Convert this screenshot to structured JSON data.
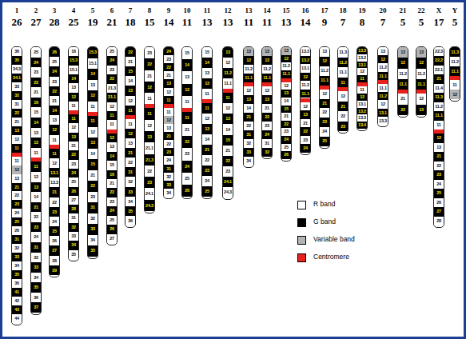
{
  "diagram": {
    "nodes": [
      {
        "text": [
          "1",
          "26",
          "36",
          "35",
          "34.3",
          "34.1",
          "33",
          "32",
          "31",
          "22",
          "21",
          "13",
          "12",
          "11",
          "11",
          "12",
          "13",
          "21",
          "22",
          "23",
          "24",
          "25",
          "26",
          "31",
          "32",
          "33",
          "34",
          "35",
          "36",
          "41",
          "42",
          "43",
          "44"
        ]
      },
      {
        "text": [
          "2",
          "27",
          "25",
          "24",
          "23",
          "22",
          "21",
          "16",
          "15",
          "14",
          "13",
          "12",
          "11",
          "11",
          "12",
          "13",
          "14",
          "21",
          "22",
          "23",
          "24",
          "31",
          "32",
          "33",
          "34",
          "35",
          "36",
          "37"
        ]
      },
      {
        "text": [
          "3",
          "28",
          "26",
          "25",
          "24",
          "23",
          "22",
          "21",
          "14",
          "13",
          "12",
          "11",
          "11",
          "12",
          "13.1",
          "13.3",
          "21",
          "22",
          "23",
          "24",
          "25",
          "26",
          "27",
          "28",
          "29"
        ]
      },
      {
        "text": [
          "4",
          "25",
          "16",
          "15.3",
          "15.1",
          "14",
          "13",
          "12",
          "11",
          "11",
          "12",
          "13",
          "21",
          "22",
          "23",
          "24",
          "25",
          "26",
          "27",
          "28",
          "31",
          "32",
          "33",
          "34",
          "35"
        ]
      },
      {
        "text": [
          "5",
          "19",
          "15.3",
          "15.1",
          "14",
          "13",
          "12",
          "11",
          "11",
          "12",
          "13",
          "14",
          "15",
          "21",
          "22",
          "23",
          "31",
          "32",
          "33",
          "34",
          "35"
        ]
      },
      {
        "text": [
          "6",
          "21",
          "25",
          "24",
          "23",
          "22",
          "21.3",
          "21.1",
          "12",
          "11",
          "11",
          "12",
          "13",
          "14",
          "15",
          "16",
          "21",
          "22",
          "23",
          "24",
          "25",
          "26",
          "27"
        ]
      },
      {
        "text": [
          "7",
          "18",
          "22",
          "21",
          "15",
          "14",
          "13",
          "12",
          "11",
          "11",
          "12",
          "13",
          "21",
          "22",
          "31",
          "32",
          "33",
          "34",
          "35",
          "36"
        ]
      },
      {
        "text": [
          "8",
          "15",
          "23",
          "22",
          "21",
          "12",
          "11",
          "11",
          "12",
          "13",
          "21.1",
          "21.3",
          "22",
          "23",
          "24.1",
          "24.3"
        ]
      },
      {
        "text": [
          "9",
          "14",
          "24",
          "23",
          "22",
          "21",
          "13",
          "12",
          "11",
          "11",
          "12",
          "13",
          "21",
          "22",
          "23",
          "24",
          "31",
          "32",
          "33",
          "34"
        ]
      },
      {
        "text": [
          "10",
          "11",
          "15",
          "14",
          "13",
          "12",
          "11",
          "11",
          "21",
          "22",
          "23",
          "24",
          "25",
          "26"
        ]
      },
      {
        "text": [
          "11",
          "13",
          "15",
          "14",
          "13",
          "12",
          "11",
          "11",
          "12",
          "13",
          "14",
          "21",
          "22",
          "23",
          "24",
          "25"
        ]
      },
      {
        "text": [
          "12",
          "13",
          "13",
          "12",
          "11.2",
          "11.1",
          "11",
          "12",
          "13",
          "14",
          "15",
          "21",
          "22",
          "23",
          "24.1",
          "24.3"
        ]
      },
      {
        "text": [
          "13",
          "11",
          "13",
          "12",
          "11.2",
          "11.1",
          "12",
          "13",
          "14",
          "21",
          "22",
          "31",
          "32",
          "33",
          "34"
        ]
      },
      {
        "text": [
          "14",
          "11",
          "13",
          "12",
          "11.2",
          "11.1",
          "12",
          "13",
          "21",
          "22",
          "23",
          "24",
          "31",
          "32"
        ]
      },
      {
        "text": [
          "15",
          "13",
          "13",
          "12",
          "11.2",
          "11.1",
          "12",
          "13",
          "14",
          "15",
          "21",
          "22",
          "23",
          "24",
          "25",
          "26"
        ]
      },
      {
        "text": [
          "16",
          "14",
          "13.3",
          "13.2",
          "13.1",
          "12",
          "11.2",
          "11.1",
          "12",
          "13",
          "21",
          "22",
          "23",
          "24"
        ]
      },
      {
        "text": [
          "17",
          "9",
          "13",
          "12",
          "11.2",
          "11.1",
          "12",
          "21",
          "22",
          "23",
          "24",
          "25"
        ]
      },
      {
        "text": [
          "18",
          "7",
          "11.3",
          "11.2",
          "11.1",
          "11",
          "12",
          "21",
          "22",
          "23"
        ]
      },
      {
        "text": [
          "19",
          "8",
          "13.3",
          "13.2",
          "13.1",
          "12",
          "11",
          "11",
          "12",
          "13.1",
          "13.2",
          "13.3",
          "13.4"
        ]
      },
      {
        "text": [
          "20",
          "7",
          "13",
          "12",
          "11.2",
          "11.1",
          "11.1",
          "11.2",
          "12",
          "13.1",
          "13.3"
        ]
      },
      {
        "text": [
          "21",
          "5",
          "13",
          "12",
          "11.2",
          "11.1",
          "21",
          "22"
        ]
      },
      {
        "text": [
          "22",
          "5",
          "13",
          "12",
          "11.2",
          "11.1",
          "12",
          "13"
        ]
      },
      {
        "text": [
          "X",
          "17",
          "22.3",
          "22.2",
          "22.1",
          "21",
          "11.4",
          "11.3",
          "11.2",
          "11.1",
          "11",
          "12",
          "13",
          "21",
          "22",
          "23",
          "24",
          "25",
          "26",
          "27",
          "28"
        ]
      },
      {
        "text": [
          "Y",
          "5",
          "11.3",
          "11.2",
          "11.1",
          "11",
          "12"
        ]
      }
    ],
    "legend": [
      {
        "text": "R band",
        "color": "#ffffff"
      },
      {
        "text": "G band",
        "color": "#000000"
      },
      {
        "text": "Variable band",
        "color": "#b4b4b4"
      },
      {
        "text": "Centromere",
        "color": "#e8211c"
      }
    ]
  }
}
